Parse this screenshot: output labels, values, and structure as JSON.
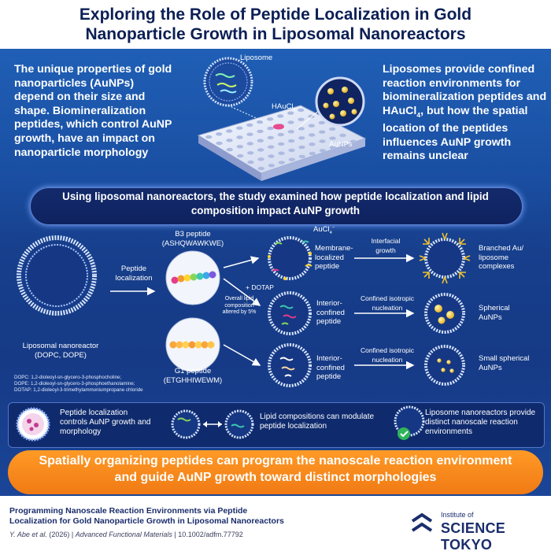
{
  "title": {
    "line1": "Exploring the Role of Peptide Localization in Gold",
    "line2": "Nanoparticle Growth in Liposomal Nanoreactors"
  },
  "intro": {
    "left": "The unique properties of gold nanoparticles (AuNPs) depend on their size and shape. Biomineralization peptides, which control AuNP growth, have an impact on nanoparticle morphology",
    "right_part1": "Liposomes provide confined reaction environments for biomineralization peptides and HAuCl",
    "right_sub": "4",
    "right_part2": ", but how the spatial location of the peptides influences AuNP growth remains unclear",
    "liposome_label": "Liposome",
    "haucl_label": "HAuCl",
    "haucl_sub": "4",
    "aunps_label": "AuNPs"
  },
  "banner": {
    "text": "Using liposomal nanoreactors, the study examined how peptide localization and lipid composition impact AuNP growth"
  },
  "diagram": {
    "nanoreactor_label1": "Liposomal nanoreactor",
    "nanoreactor_label2": "(DOPC, DOPE)",
    "peptide_loc1": "Peptide",
    "peptide_loc2": "localization",
    "b3_name": "B3 peptide",
    "b3_seq": "(ASHQWAWKWE)",
    "g1_name": "G1 peptide",
    "g1_seq": "(ETGHHIWEWM)",
    "aucl": "AuCl",
    "aucl_sub": "4",
    "aucl_sup": "−",
    "dotap": "+ DOTAP",
    "lipid_note1": "Overall lipid",
    "lipid_note2": "composition",
    "lipid_note3": "altered by 5%",
    "row1_state1": "Membrane-",
    "row1_state2": "localized",
    "row1_state3": "peptide",
    "row1_proc1": "Interfacial",
    "row1_proc2": "growth",
    "row1_result1": "Branched Au/",
    "row1_result2": "liposome",
    "row1_result3": "complexes",
    "row2_state1": "Interior-",
    "row2_state2": "confined",
    "row2_state3": "peptide",
    "row2_proc1": "Confined isotropic",
    "row2_proc2": "nucleation",
    "row2_result1": "Spherical",
    "row2_result2": "AuNPs",
    "row3_state1": "Interior-",
    "row3_state2": "confined",
    "row3_state3": "peptide",
    "row3_proc1": "Confined isotropic",
    "row3_proc2": "nucleation",
    "row3_result1": "Small spherical",
    "row3_result2": "AuNPs"
  },
  "abbreviations": [
    "DOPC: 1,2-dioleoyl-sn-glycero-3-phosphocholine;",
    "DOPE: 1,2-dioleoyl-sn-glycero-3-phosphoethanolamine;",
    "DOTAP: 1,2-dioleoyl-3-trimethylammoniumpropane chloride"
  ],
  "summary": {
    "item1": "Peptide localization controls AuNP growth and morphology",
    "item2": "Lipid compositions can modulate peptide localization",
    "item3": "Liposome nanoreactors provide distinct nanoscale reaction environments"
  },
  "conclusion": {
    "line1": "Spatially organizing peptides can program the nanoscale reaction environment",
    "line2": "and guide AuNP growth toward distinct morphologies"
  },
  "footer": {
    "paper_title1": "Programming Nanoscale Reaction Environments via Peptide",
    "paper_title2": "Localization for Gold Nanoparticle Growth in Liposomal Nanoreactors",
    "authors": "Y. Abe et al.",
    "year": "(2026)",
    "sep": "|",
    "journal": "Advanced Functional Materials",
    "doi": "10.1002/adfm.77792"
  },
  "logo": {
    "small": "Institute of",
    "big": "SCIENCE TOKYO"
  },
  "colors": {
    "title": "#0c1f55",
    "panel_blue": "#1a4fa3",
    "accent_orange": "#f07a14",
    "gold": "#f2c230",
    "green_check": "#2fb55a"
  }
}
